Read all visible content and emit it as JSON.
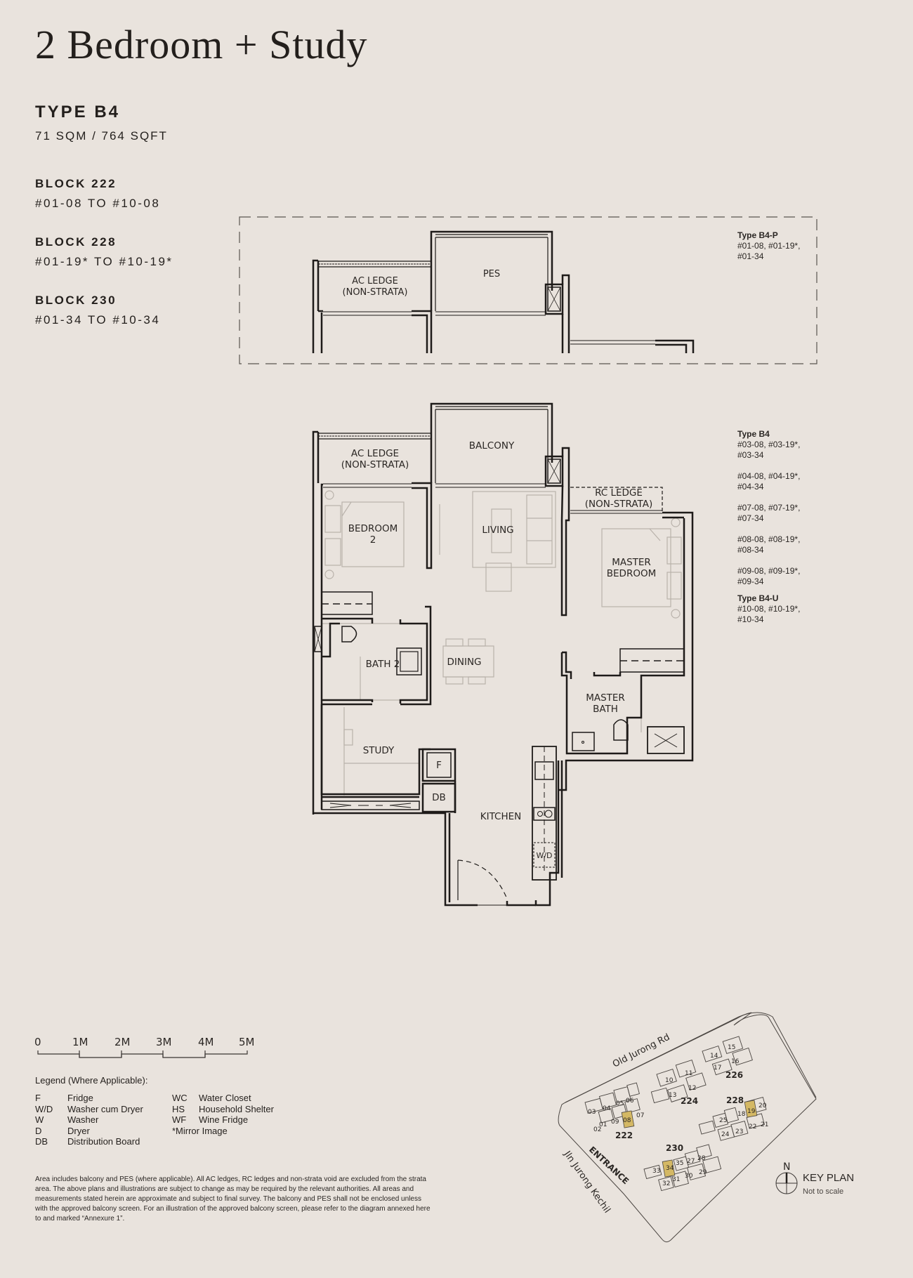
{
  "header": {
    "title": "2 Bedroom + Study",
    "unit_type": "TYPE B4",
    "area": "71 SQM / 764 SQFT"
  },
  "blocks": [
    {
      "name": "BLOCK 222",
      "range": "#01-08 TO #10-08"
    },
    {
      "name": "BLOCK 228",
      "range": "#01-19* TO #10-19*"
    },
    {
      "name": "BLOCK 230",
      "range": "#01-34 TO #10-34"
    }
  ],
  "variant_pes": {
    "type_label": "Type B4-P",
    "units": [
      "#01-08, #01-19*,",
      "#01-34"
    ],
    "rooms": {
      "ac_ledge_1": "AC LEDGE",
      "ac_ledge_2": "(NON-STRATA)",
      "pes": "PES"
    }
  },
  "unit_list": {
    "type_b4_label": "Type B4",
    "type_b4_groups": [
      [
        "#03-08, #03-19*,",
        "#03-34"
      ],
      [
        "#04-08, #04-19*,",
        "#04-34"
      ],
      [
        "#07-08, #07-19*,",
        "#07-34"
      ],
      [
        "#08-08, #08-19*,",
        "#08-34"
      ],
      [
        "#09-08, #09-19*,",
        "#09-34"
      ]
    ],
    "type_b4u_label": "Type B4-U",
    "type_b4u_units": [
      "#10-08, #10-19*,",
      "#10-34"
    ]
  },
  "floor_plan": {
    "rooms": {
      "ac_ledge_1": "AC LEDGE",
      "ac_ledge_2": "(NON-STRATA)",
      "balcony": "BALCONY",
      "rc_ledge_1": "RC LEDGE",
      "rc_ledge_2": "(NON-STRATA)",
      "bedroom2_1": "BEDROOM",
      "bedroom2_2": "2",
      "living": "LIVING",
      "master_bedroom_1": "MASTER",
      "master_bedroom_2": "BEDROOM",
      "bath2": "BATH 2",
      "dining": "DINING",
      "master_bath_1": "MASTER",
      "master_bath_2": "BATH",
      "study": "STUDY",
      "fridge": "F",
      "db": "DB",
      "kitchen": "KITCHEN",
      "washer_dryer": "W/D"
    }
  },
  "scale_bar": {
    "labels": [
      "0",
      "1M",
      "2M",
      "3M",
      "4M",
      "5M"
    ]
  },
  "legend": {
    "title": "Legend (Where Applicable):",
    "left": [
      {
        "abbr": "F",
        "desc": "Fridge"
      },
      {
        "abbr": "W/D",
        "desc": "Washer cum Dryer"
      },
      {
        "abbr": "W",
        "desc": "Washer"
      },
      {
        "abbr": "D",
        "desc": "Dryer"
      },
      {
        "abbr": "DB",
        "desc": "Distribution Board"
      }
    ],
    "right": [
      {
        "abbr": "WC",
        "desc": "Water Closet"
      },
      {
        "abbr": "HS",
        "desc": "Household Shelter"
      },
      {
        "abbr": "WF",
        "desc": "Wine Fridge"
      }
    ],
    "mirror_note": "*Mirror Image"
  },
  "disclaimer": "Area includes balcony and PES (where applicable). All AC ledges, RC ledges and non-strata void are excluded from the strata area. The above plans and illustrations are subject to change as may be required by the relevant authorities. All areas and measurements stated herein are approximate and subject to final survey. The balcony and PES shall not be enclosed unless with the approved balcony screen. For an illustration of the approved balcony screen, please refer to the diagram annexed here to and marked “Annexure 1”.",
  "key_plan": {
    "label": "KEY PLAN",
    "sublabel": "Not to scale",
    "north": "N",
    "roads": {
      "top": "Old Jurong Rd",
      "left": "Jln Jurong Kechil"
    },
    "entrance": "ENTRANCE",
    "blocks": [
      "222",
      "224",
      "226",
      "228",
      "230"
    ],
    "units": {
      "b222": [
        "03",
        "04",
        "05",
        "06",
        "07",
        "08",
        "09",
        "01",
        "02"
      ],
      "b224": [
        "10",
        "11",
        "12",
        "13"
      ],
      "b226": [
        "14",
        "15",
        "16",
        "17"
      ],
      "b228": [
        "18",
        "19",
        "20",
        "21",
        "22",
        "23",
        "24",
        "25"
      ],
      "b230": [
        "27",
        "28",
        "29",
        "30",
        "31",
        "32",
        "33",
        "34",
        "35"
      ]
    },
    "highlight_units": [
      "08",
      "19",
      "34"
    ],
    "highlight_color": "#d4b864"
  }
}
